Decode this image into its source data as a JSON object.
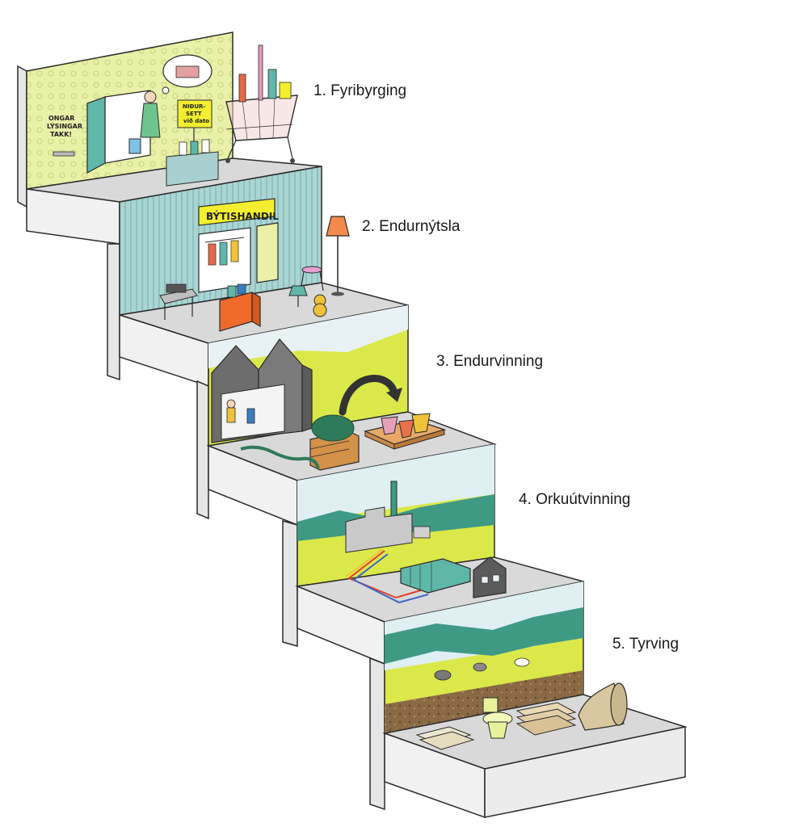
{
  "steps": [
    {
      "label": "1. Fyribyrging"
    },
    {
      "label": "2. Endurnýtsla"
    },
    {
      "label": "3. Endurvinning"
    },
    {
      "label": "4. Orkuútvinning"
    },
    {
      "label": "5. Tyrving"
    }
  ],
  "signs": {
    "no_ads_line1": "ONGAR",
    "no_ads_line2": "LÝSINGAR",
    "no_ads_line3": "TAKK!",
    "reduced_line1": "NIÐUR-",
    "reduced_line2": "SETT",
    "reduced_line3": "við dato",
    "exchange_shop": "BÝTISHANDIL"
  },
  "colors": {
    "outline": "#2b2b2b",
    "floor": "#d9d9d9",
    "riser": "#f1f1f1",
    "side": "#e6e6e6",
    "wallpaper": "#e9f0a8",
    "shop_wall": "#a9d5d3",
    "grass": "#dbe84a",
    "teal_hills": "#3f9a84",
    "sky": "#dfeff2",
    "soil": "#8a6a45"
  }
}
